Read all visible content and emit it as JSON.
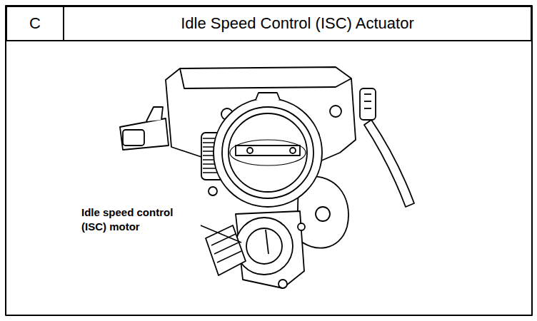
{
  "diagram": {
    "nodes": [
      {
        "text": [
          "C"
        ]
      },
      {
        "text": [
          "Idle Speed Control (ISC) Actuator"
        ]
      }
    ],
    "labels": [
      "Idle speed control (ISC) motor"
    ]
  }
}
